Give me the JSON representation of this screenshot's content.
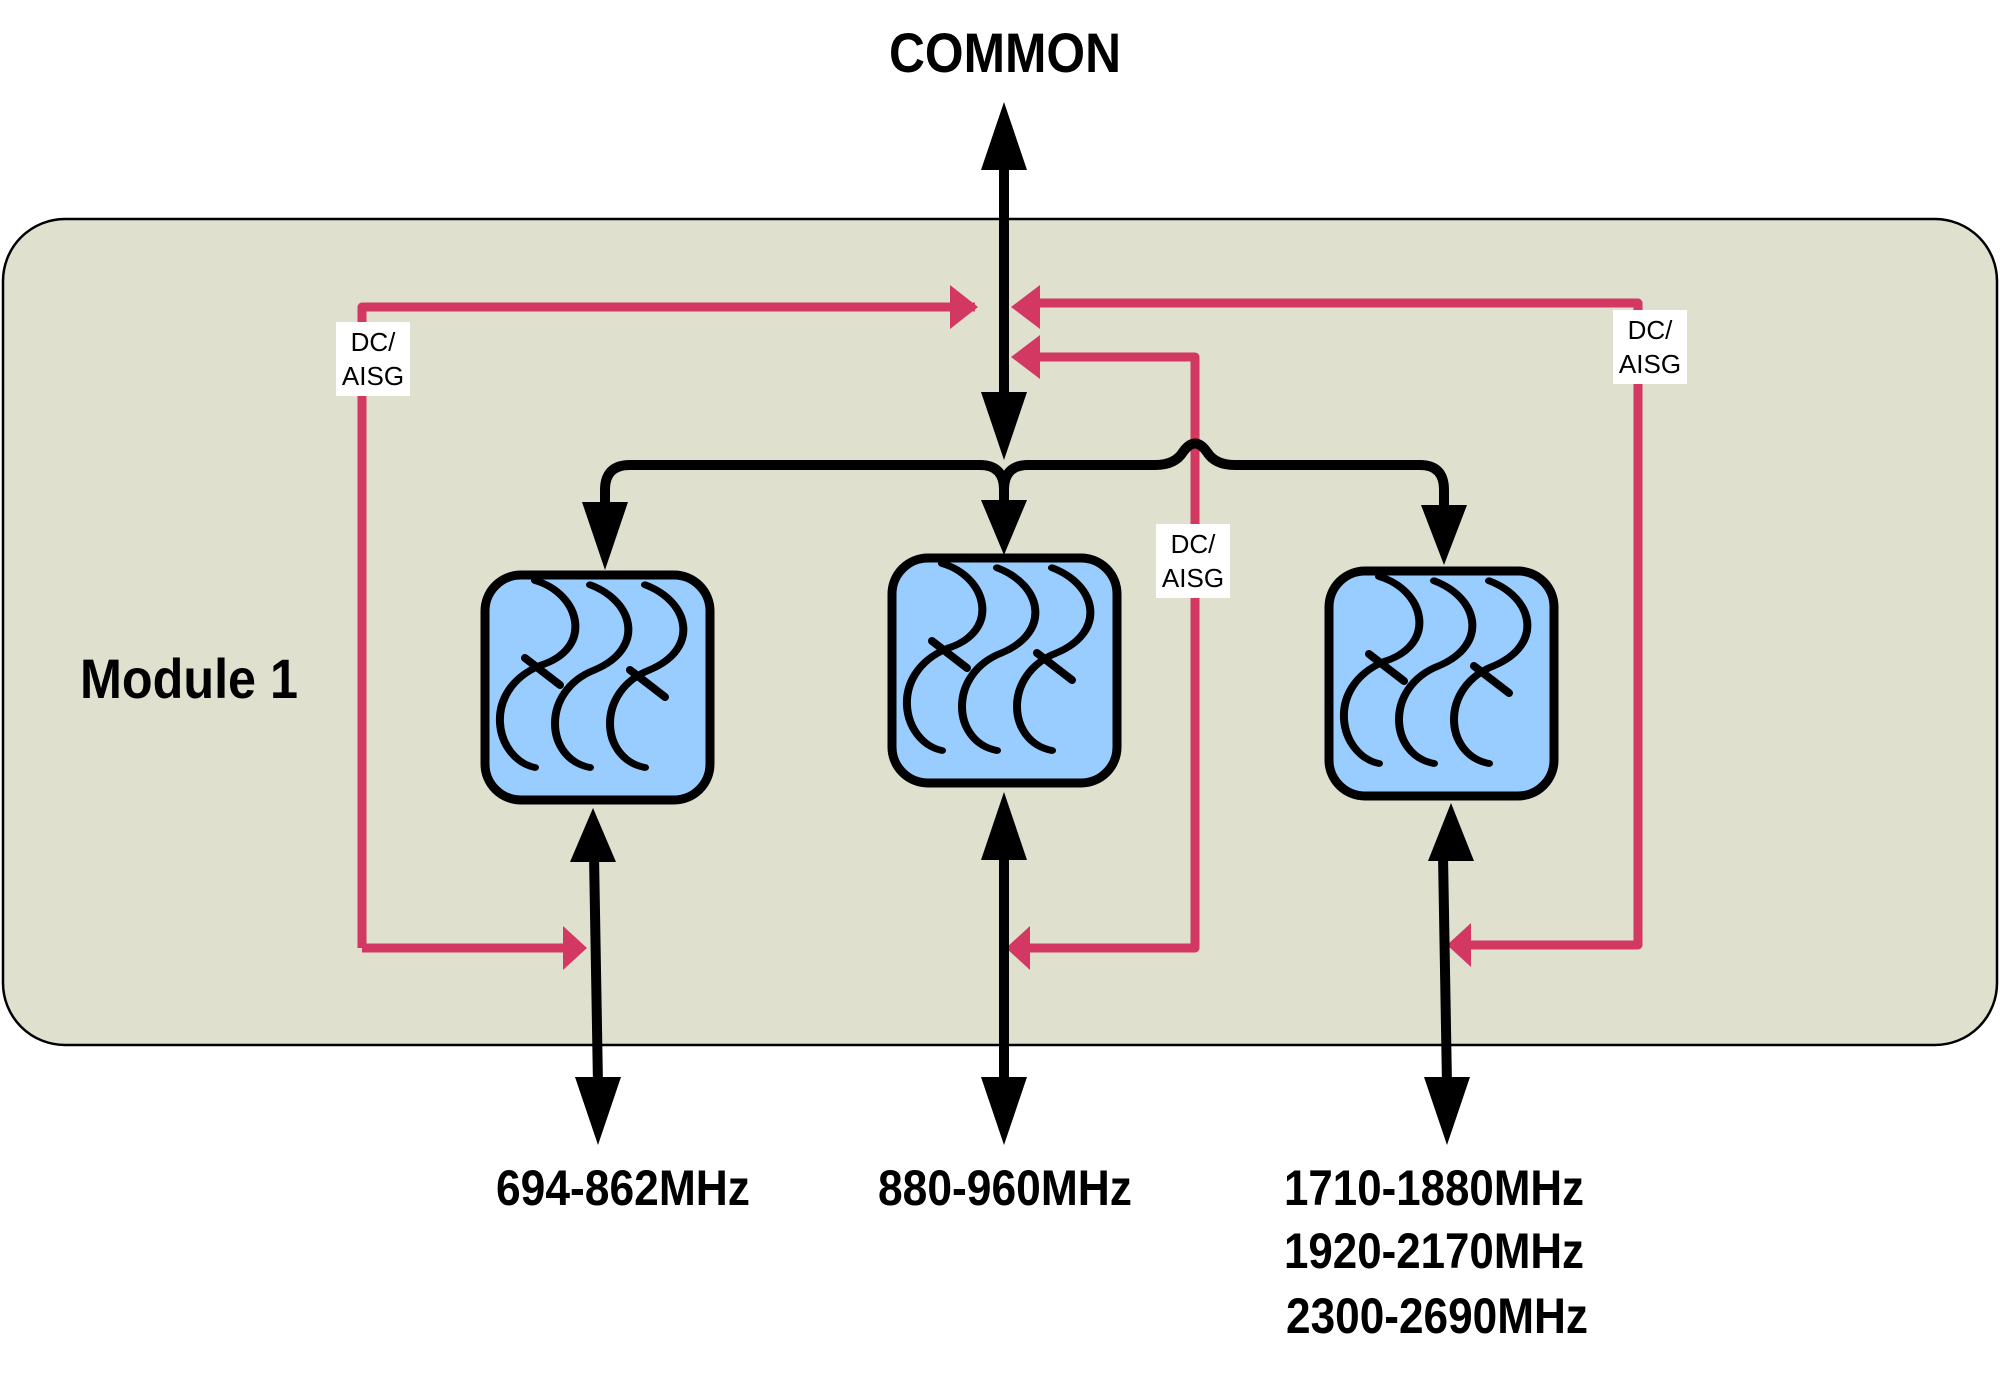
{
  "diagram": {
    "title": "COMMON",
    "module_label": "Module 1",
    "colors": {
      "module_fill": "#dfe0ce",
      "module_stroke": "#000000",
      "filter_fill": "#99ccff",
      "filter_stroke": "#000000",
      "rf_line": "#000000",
      "dc_line": "#d23862",
      "tag_fill": "#ffffff"
    },
    "dc_tags": [
      {
        "line1": "DC/",
        "line2": "AISG"
      },
      {
        "line1": "DC/",
        "line2": "AISG"
      },
      {
        "line1": "DC/",
        "line2": "AISG"
      }
    ],
    "ports": [
      {
        "name": "low-band",
        "lines": [
          "694-862MHz"
        ]
      },
      {
        "name": "mid-band",
        "lines": [
          "880-960MHz"
        ]
      },
      {
        "name": "high-band",
        "lines": [
          "1710-1880MHz",
          "1920-2170MHz",
          "2300-2690MHz"
        ]
      }
    ],
    "filters": [
      {
        "name": "filter-low"
      },
      {
        "name": "filter-mid"
      },
      {
        "name": "filter-high"
      }
    ]
  }
}
